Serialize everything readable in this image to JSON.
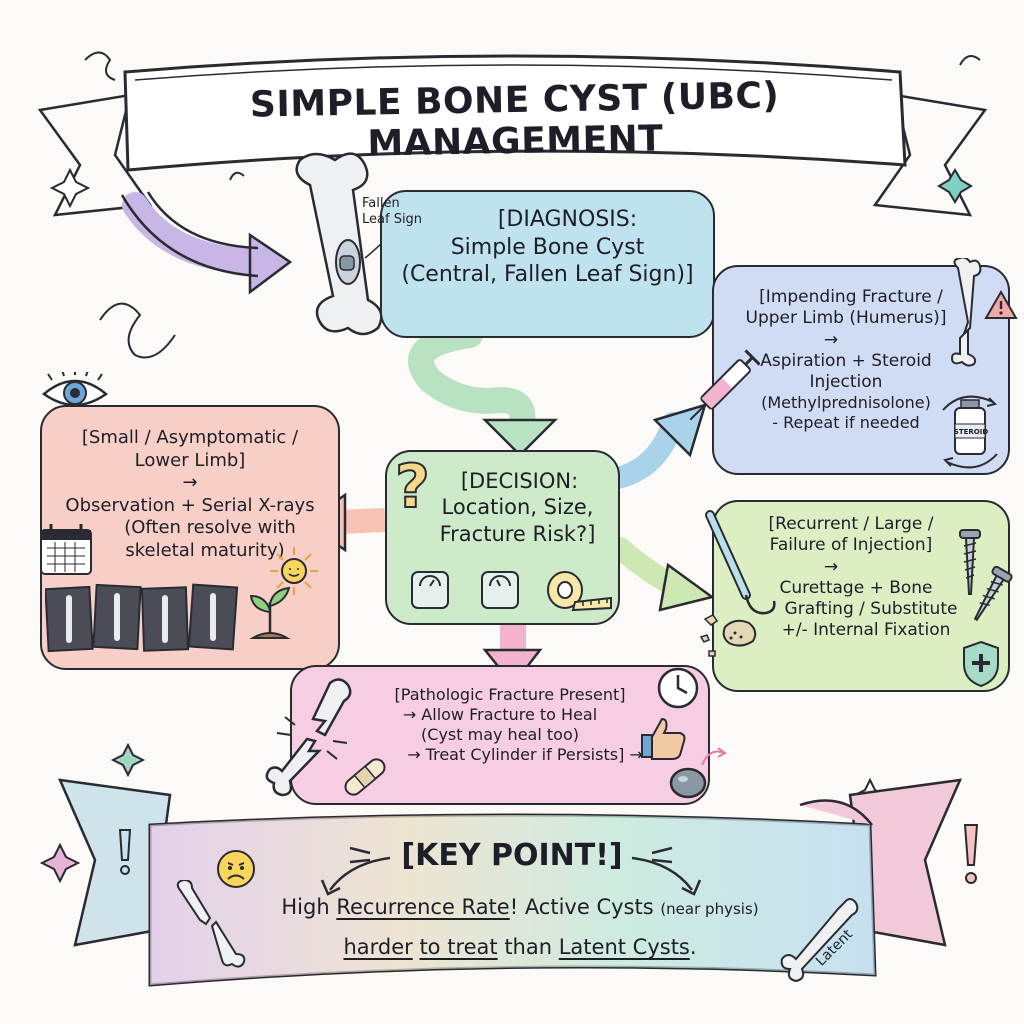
{
  "title": "SIMPLE BONE CYST (UBC) MANAGEMENT",
  "diagnosis": {
    "fallen_leaf_label": "Fallen\nLeaf Sign",
    "line1": "[DIAGNOSIS:",
    "line2": "Simple Bone Cyst",
    "line3": "(Central, Fallen Leaf Sign)]"
  },
  "decision": {
    "line1": "[DECISION:",
    "line2": "Location, Size,",
    "line3": "Fracture Risk?]"
  },
  "observation": {
    "line1": "[Small / Asymptomatic /",
    "line2": "Lower Limb]",
    "arrow": "→",
    "line3": "Observation + Serial X-rays",
    "line4": "(Often resolve with",
    "line5": "skeletal maturity)"
  },
  "injection": {
    "line1": "[Impending Fracture /",
    "line2": "Upper Limb (Humerus)]",
    "arrow": "→",
    "line3": "Aspiration + Steroid",
    "line4": "Injection",
    "line5": "(Methylprednisolone)",
    "line6": "- Repeat if needed",
    "vial_label": "STEROID"
  },
  "curettage": {
    "line1": "[Recurrent / Large /",
    "line2": "Failure of Injection]",
    "arrow": "→",
    "line3": "Curettage + Bone",
    "line4": "Grafting / Substitute",
    "line5": "+/- Internal Fixation"
  },
  "fracture": {
    "line1": "[Pathologic Fracture Present]",
    "line2": "→ Allow Fracture to Heal",
    "line3": "(Cyst may heal too)",
    "line4": "→ Treat Cylinder if Persists] →"
  },
  "key_point": {
    "title": "[KEY POINT!]",
    "line1_a": "High ",
    "line1_b": "Recurrence Rate",
    "line1_c": "! Active Cysts ",
    "line1_d": "(near physis)",
    "line2_a": "harder",
    "line2_b": " ",
    "line2_c": "to treat",
    "line2_d": " than ",
    "line2_e": "Latent Cysts",
    "line2_f": ".",
    "latent_label": "Latent"
  },
  "colors": {
    "ink": "#2a2a33",
    "diagnosis_bg": "#bfe3ee",
    "decision_bg": "#cdebc9",
    "observation_bg": "#f7cfc6",
    "injection_bg": "#cfdcf4",
    "curettage_bg": "#dcefc2",
    "fracture_bg": "#f6cde2",
    "banner_bg": "#d8e9f2",
    "arrow_green": "#b9e2c3",
    "arrow_blue": "#a8d3ea",
    "arrow_pink": "#f2b3cf",
    "arrow_peach": "#f6c3b3"
  },
  "icons": [
    "eye-icon",
    "calendar-icon",
    "sun-icon",
    "sprout-icon",
    "xray-film-icon",
    "scale-icon",
    "measuring-tape-icon",
    "syringe-icon",
    "warning-icon",
    "steroid-vial-icon",
    "curette-icon",
    "screw-icon",
    "shield-cross-icon",
    "bone-chips-icon",
    "clock-icon",
    "thumbs-up-icon",
    "bandage-icon",
    "cyst-icon",
    "sad-face-icon",
    "bone-icon",
    "question-mark-icon",
    "star-icon"
  ]
}
